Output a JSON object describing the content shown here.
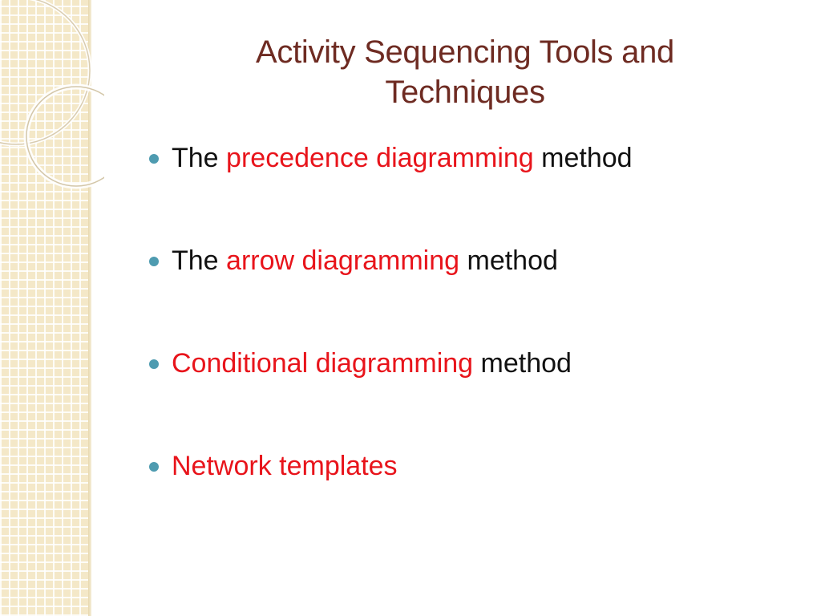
{
  "slide": {
    "title_line1": "Activity Sequencing Tools and",
    "title_line2": "Techniques",
    "bullets": [
      {
        "pre": "The ",
        "highlight": "precedence diagramming",
        "post": " method"
      },
      {
        "pre": "The ",
        "highlight": "arrow diagramming",
        "post": " method"
      },
      {
        "pre": "",
        "highlight": "Conditional diagramming",
        "post": " method"
      },
      {
        "pre": "",
        "highlight": "Network templates",
        "post": ""
      }
    ]
  },
  "colors": {
    "title": "#6e2b22",
    "highlight": "#e8141b",
    "bullet_dot": "#4e9bb0",
    "band": "#f4e8c8"
  }
}
